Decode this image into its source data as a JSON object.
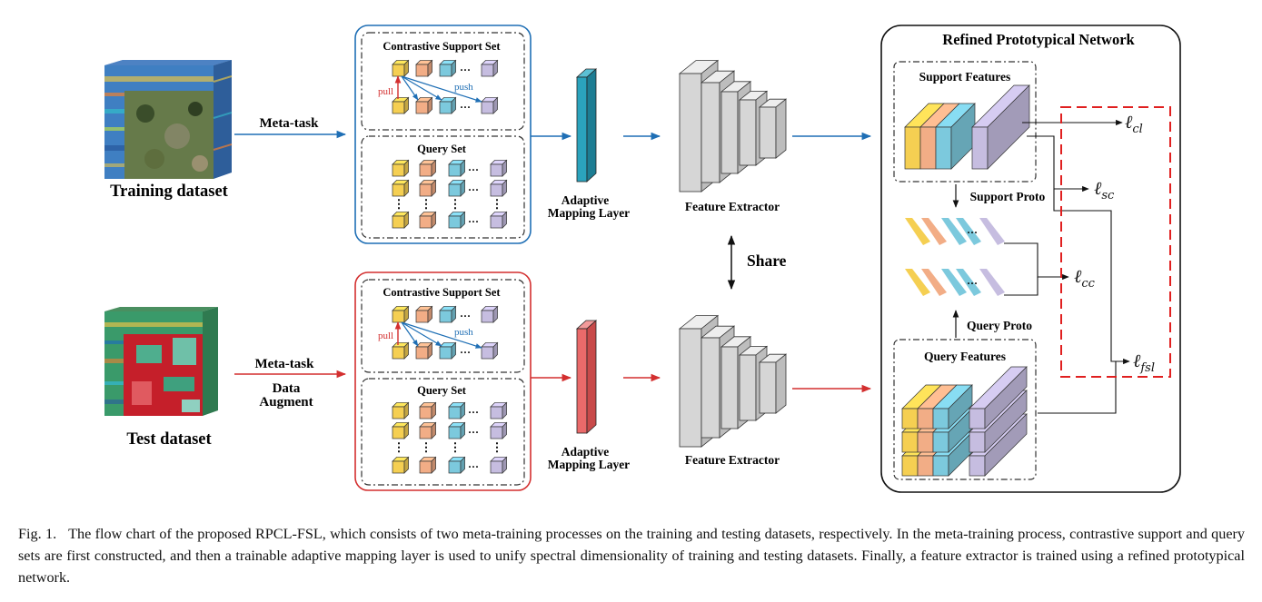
{
  "colors": {
    "train_accent": "#1f6fb5",
    "test_accent": "#d32f2f",
    "yellow": "#f5cf52",
    "orange": "#f2ad86",
    "cyan": "#7cc9dd",
    "purple": "#c6bde0",
    "amp_train": "#2ba3bd",
    "amp_test": "#ea6a6a",
    "extractor": "#dcdcdc"
  },
  "training": {
    "title": "Training  dataset",
    "arrow_label": "Meta-task"
  },
  "testing": {
    "title": "Test dataset",
    "arrow_label": "Meta-task",
    "augment_label_1": "Data",
    "augment_label_2": "Augment"
  },
  "sets": {
    "contrastive_support": "Contrastive Support Set",
    "query": "Query Set",
    "pull": "pull",
    "push": "push",
    "ellipsis": "···",
    "vdots": "⋮"
  },
  "amp_label_1": "Adaptive",
  "amp_label_2": "Mapping Layer",
  "feature_extractor": "Feature Extractor",
  "share": "Share",
  "rpn": {
    "title": "Refined Prototypical Network",
    "support_features": "Support Features",
    "support_proto": "Support Proto",
    "query_proto": "Query Proto",
    "query_features": "Query Features"
  },
  "losses": {
    "cl": {
      "base": "ℓ",
      "sub": "cl"
    },
    "sc": {
      "base": "ℓ",
      "sub": "sc"
    },
    "cc": {
      "base": "ℓ",
      "sub": "cc"
    },
    "fsl": {
      "base": "ℓ",
      "sub": "fsl"
    }
  },
  "caption": {
    "label": "Fig. 1.",
    "text": "The flow chart of the proposed RPCL-FSL, which consists of two meta-training processes on the training and testing datasets, respectively. In the meta-training process, contrastive support and query sets are first constructed, and then a trainable adaptive mapping layer is used to unify spectral dimensionality of training and testing datasets. Finally, a feature extractor is trained using a refined prototypical network."
  }
}
